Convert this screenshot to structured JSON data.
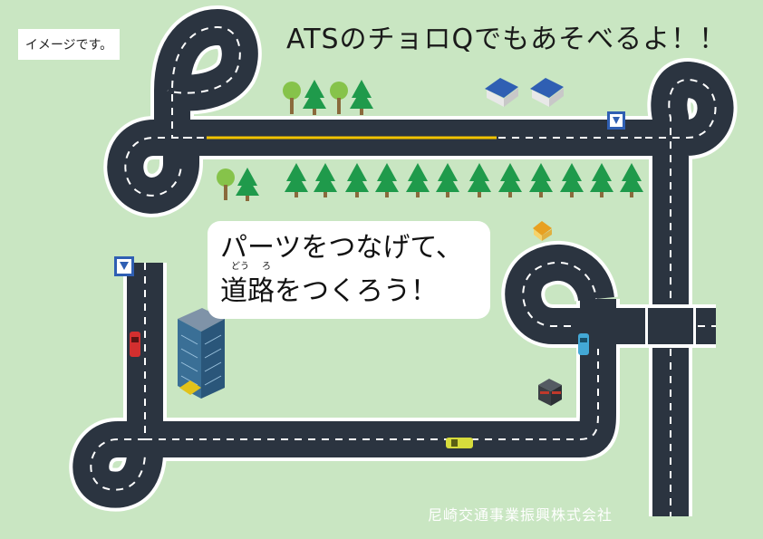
{
  "image_badge": "イメージです。",
  "title": "ATSのチョロQでもあそべるよ！！",
  "message": {
    "line1": "パーツをつなげて、",
    "ruby_1": "どう",
    "ruby_2": "ろ",
    "line2": "道路をつくろう！"
  },
  "footer": "尼崎交通事業振興株式会社",
  "colors": {
    "background": "#c9e6c2",
    "road": "#2b3440",
    "road_border": "#ffffff",
    "lane_marking": "#ffffff",
    "center_line": "#f2c300"
  },
  "icons": [
    "tree-icon",
    "house-icon",
    "building-icon",
    "station-sign-icon",
    "car-icon",
    "shop-icon"
  ]
}
